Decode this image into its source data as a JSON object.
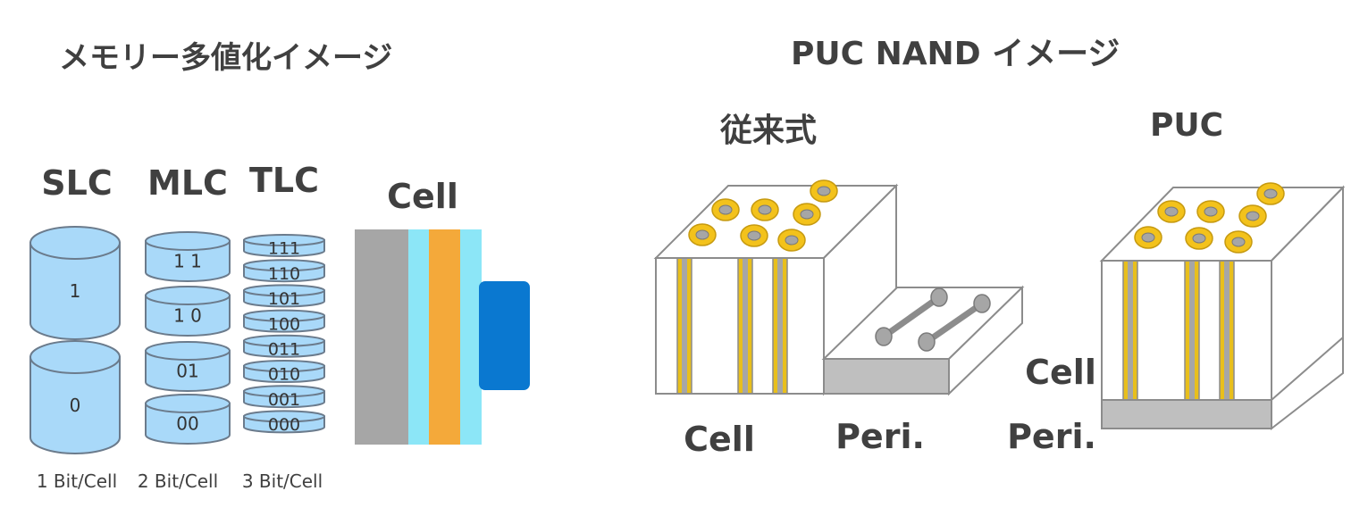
{
  "left": {
    "title": "メモリー多値化イメージ",
    "slc": {
      "label": "SLC",
      "caption": "1 Bit/Cell",
      "levels": [
        "1",
        "0"
      ]
    },
    "mlc": {
      "label": "MLC",
      "caption": "2 Bit/Cell",
      "levels": [
        "1 1",
        "1 0",
        "01",
        "00"
      ]
    },
    "tlc": {
      "label": "TLC",
      "caption": "3 Bit/Cell",
      "levels": [
        "111",
        "110",
        "101",
        "100",
        "011",
        "010",
        "001",
        "000"
      ]
    },
    "cell": {
      "label": "Cell"
    }
  },
  "right": {
    "title": "PUC NAND イメージ",
    "conventional": {
      "label": "従来式",
      "cell_label": "Cell",
      "peri_label": "Peri."
    },
    "puc": {
      "label": "PUC",
      "cell_label": "Cell",
      "peri_label": "Peri."
    }
  },
  "colors": {
    "text": "#404040",
    "cylinder_fill": "#a9d9f9",
    "cylinder_stroke": "#6b7b8c",
    "cell_gray": "#a6a6a6",
    "cell_cyan": "#8ce6f7",
    "cell_orange": "#f4a93a",
    "cell_blue": "#0a78d0",
    "contact_gold": "#f3c21b",
    "contact_inner": "#a6a6a6",
    "block_edge": "#8c8c8c",
    "peri_gray": "#bfbfbf",
    "channel_gold": "#e8bf1c",
    "channel_gray": "#a6a6a6"
  }
}
